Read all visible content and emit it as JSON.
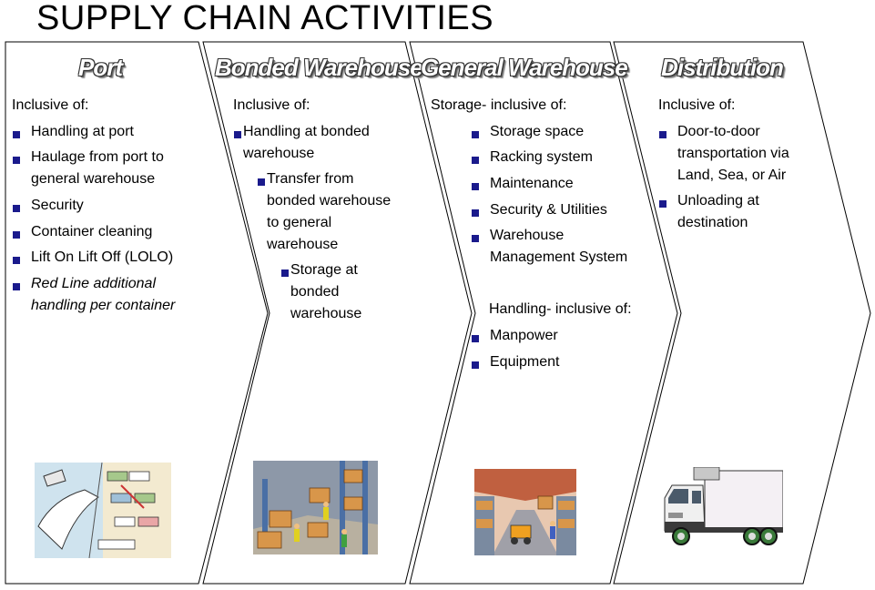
{
  "title": "SUPPLY CHAIN ACTIVITIES",
  "colors": {
    "bullet": "#1a1a8c",
    "outline": "#000000"
  },
  "columns": [
    {
      "heading": "Port",
      "intro": "Inclusive of:",
      "items": [
        "Handling at port",
        "Haulage from port to",
        "general warehouse",
        "Security",
        "Container cleaning",
        "Lift On Lift Off (LOLO)",
        "Red Line additional",
        "handling per container"
      ],
      "image": "port-clipart"
    },
    {
      "heading": "Bonded Warehouse",
      "intro": "Inclusive of:",
      "items": [
        "Handling at bonded",
        "warehouse",
        "Transfer from",
        "bonded warehouse",
        "to general",
        "warehouse",
        "Storage at",
        "bonded",
        "warehouse"
      ],
      "image": "warehouse-workers-clipart"
    },
    {
      "heading": "General Warehouse",
      "intro": "Storage- inclusive of:",
      "items": [
        "Storage space",
        "Racking system",
        "Maintenance",
        "Security & Utilities",
        "Warehouse",
        "Management System"
      ],
      "intro2": "Handling- inclusive of:",
      "items2": [
        "Manpower",
        "Equipment"
      ],
      "image": "forklift-warehouse-clipart"
    },
    {
      "heading": "Distribution",
      "intro": "Inclusive of:",
      "items": [
        "Door-to-door",
        "transportation via",
        "Land, Sea, or Air",
        "Unloading at",
        "destination"
      ],
      "image": "truck-clipart"
    }
  ]
}
